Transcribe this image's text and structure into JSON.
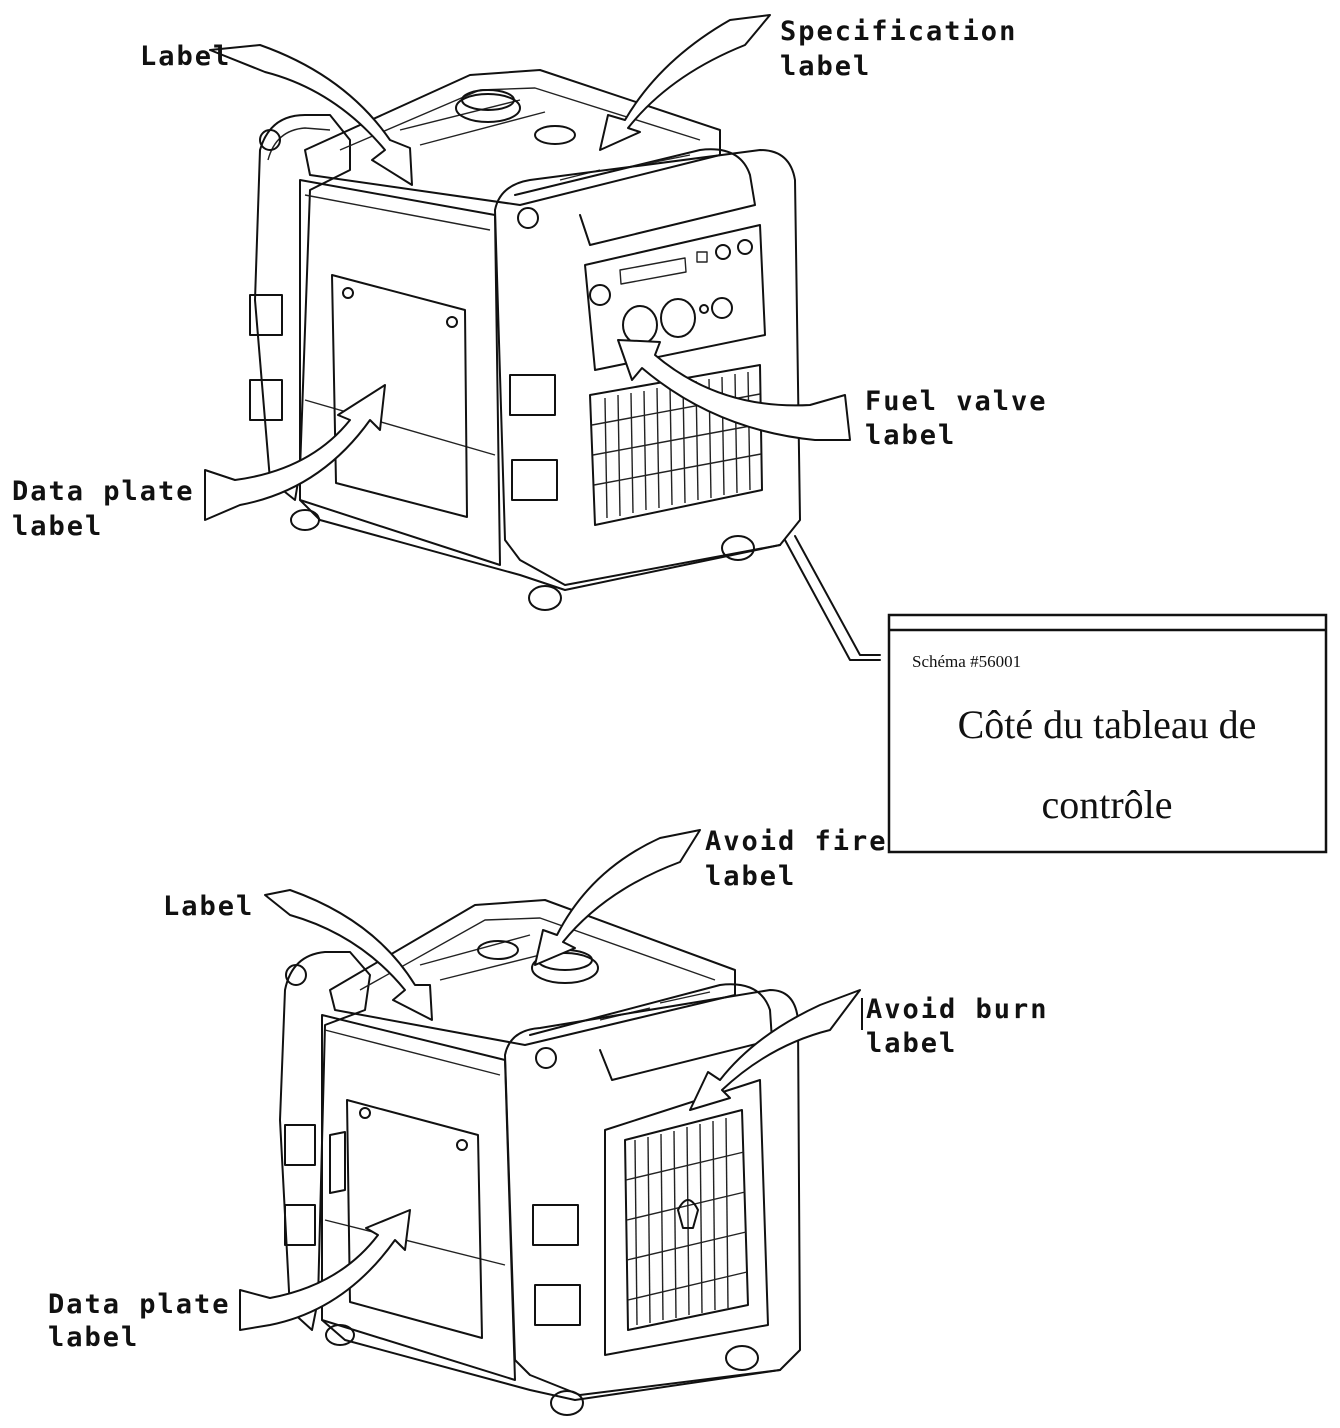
{
  "top_view": {
    "callouts": {
      "label": "Label",
      "specification": [
        "Specification",
        "label"
      ],
      "fuel_valve": [
        "Fuel valve",
        "label"
      ],
      "data_plate": [
        "Data plate",
        "label"
      ]
    }
  },
  "caption_box": {
    "schema": "Schéma #56001",
    "title_line1": "Côté du tableau de",
    "title_line2": "contrôle"
  },
  "bottom_view": {
    "callouts": {
      "label": "Label",
      "avoid_fire": [
        "Avoid fire",
        "label"
      ],
      "avoid_burn": [
        "Avoid burn",
        "label"
      ],
      "data_plate": [
        "Data plate",
        "label"
      ]
    }
  }
}
